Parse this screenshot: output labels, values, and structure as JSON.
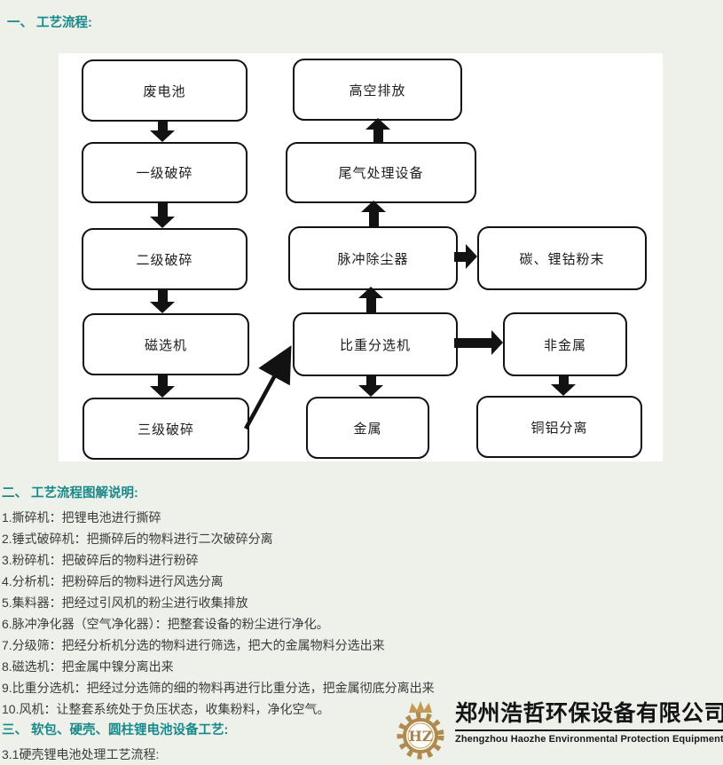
{
  "colors": {
    "background": "#edf1ea",
    "accent_teal": "#17898b",
    "flow_black": "#121212",
    "logo_gold": "#b08a4e"
  },
  "sections": {
    "s1_title": "一、 工艺流程:",
    "s2_title": "二、 工艺流程图解说明:",
    "s3_title": "三、 软包、硬壳、圆柱锂电池设备工艺:",
    "s3_sub": "3.1硬壳锂电池处理工艺流程:"
  },
  "flowchart": {
    "nodes": [
      {
        "id": "waste-battery",
        "label": "废电池"
      },
      {
        "id": "high-altitude-discharge",
        "label": "高空排放"
      },
      {
        "id": "primary-crushing",
        "label": "一级破碎"
      },
      {
        "id": "exhaust-gas-treatment",
        "label": "尾气处理设备"
      },
      {
        "id": "secondary-crushing",
        "label": "二级破碎"
      },
      {
        "id": "pulse-dust-collector",
        "label": "脉冲除尘器"
      },
      {
        "id": "carbon-lithium-cobalt-powder",
        "label": "碳、锂钴粉末"
      },
      {
        "id": "magnetic-separator",
        "label": "磁选机"
      },
      {
        "id": "gravity-separator",
        "label": "比重分选机"
      },
      {
        "id": "non-metal",
        "label": "非金属"
      },
      {
        "id": "tertiary-crushing",
        "label": "三级破碎"
      },
      {
        "id": "metal",
        "label": "金属"
      },
      {
        "id": "copper-aluminum-separation",
        "label": "铜铝分离"
      }
    ],
    "edges": [
      "废电池→一级破碎",
      "一级破碎→二级破碎",
      "二级破碎→磁选机",
      "磁选机→三级破碎",
      "三级破碎→比重分选机",
      "比重分选机→脉冲除尘器",
      "脉冲除尘器→尾气处理设备",
      "尾气处理设备→高空排放",
      "脉冲除尘器→碳、锂钴粉末",
      "比重分选机→非金属",
      "比重分选机→金属",
      "非金属→铜铝分离"
    ]
  },
  "notes": [
    "1.撕碎机：把锂电池进行撕碎",
    "2.锤式破碎机：把撕碎后的物料进行二次破碎分离",
    "3.粉碎机：把破碎后的物料进行粉碎",
    "4.分析机：把粉碎后的物料进行风选分离",
    "5.集料器：把经过引风机的粉尘进行收集排放",
    "6.脉冲净化器（空气净化器）：把整套设备的粉尘进行净化。",
    "7.分级筛：把经分析机分选的物料进行筛选，把大的金属物料分选出来",
    "8.磁选机：把金属中镍分离出来",
    "9.比重分选机：把经过分选筛的细的物料再进行比重分选，把金属彻底分离出来",
    "10.风机：让整套系统处于负压状态，收集粉料，净化空气。"
  ],
  "logo": {
    "monogram": "HZ",
    "name_zh": "郑州浩哲环保设备有限公司",
    "name_en": "Zhengzhou Haozhe Environmental Protection Equipment Co., Ltd"
  }
}
